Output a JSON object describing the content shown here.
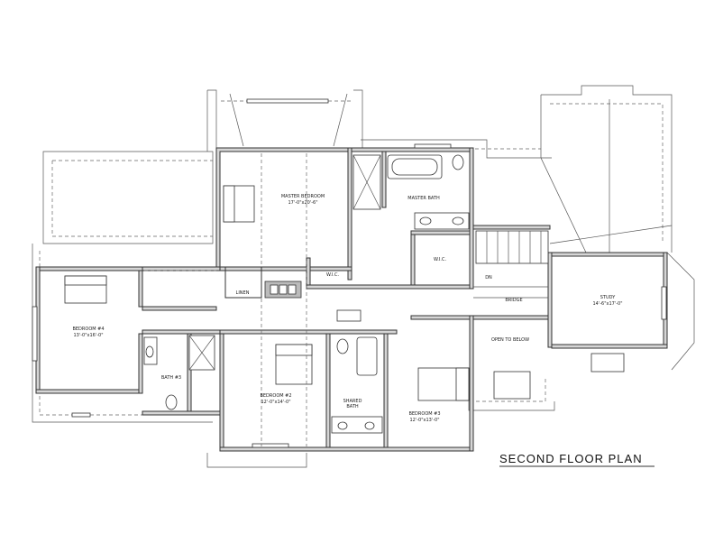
{
  "plan": {
    "title": "SECOND FLOOR PLAN",
    "rooms": {
      "master_bedroom": {
        "name": "MASTER BEDROOM",
        "size": "17'-0\"x20'-6\""
      },
      "master_bath": {
        "name": "MASTER BATH"
      },
      "wic_master_a": {
        "name": "W.I.C."
      },
      "wic_master_b": {
        "name": "W.I.C."
      },
      "linen": {
        "name": "LINEN"
      },
      "bedroom4": {
        "name": "BEDROOM #4",
        "size": "13'-0\"x16'-0\""
      },
      "bath3": {
        "name": "BATH #3"
      },
      "bedroom2": {
        "name": "BEDROOM #2",
        "size": "12'-0\"x14'-0\""
      },
      "shared_bath_1": {
        "name": "SHARED"
      },
      "shared_bath_2": {
        "name": "BATH"
      },
      "bedroom3": {
        "name": "BEDROOM #3",
        "size": "12'-0\"x13'-0\""
      },
      "bridge": {
        "name": "BRIDGE"
      },
      "study": {
        "name": "STUDY",
        "size": "14'-6\"x17'-0\""
      },
      "open_to_below": {
        "name": "OPEN TO BELOW"
      },
      "stair_dn": {
        "name": "DN"
      }
    }
  }
}
